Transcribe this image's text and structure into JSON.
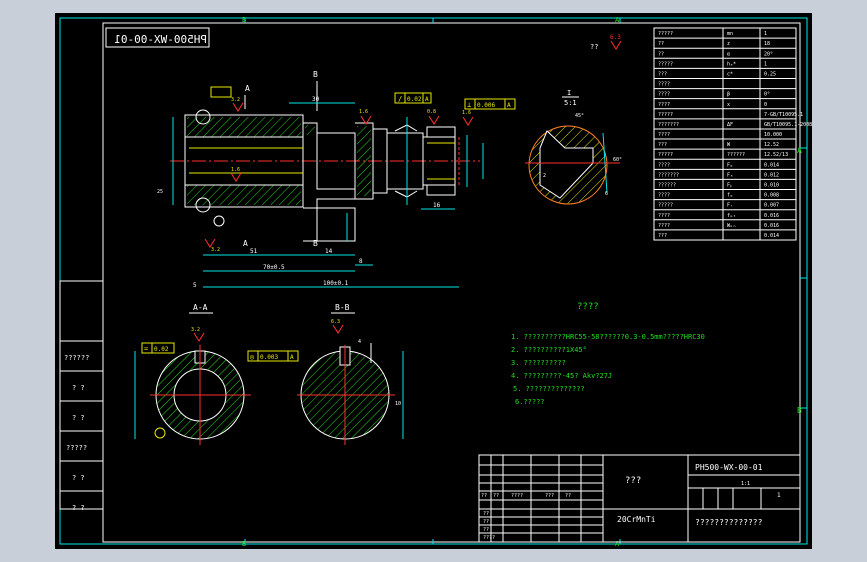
{
  "drawing": {
    "mirror_code": "PH500-WX-00-01",
    "zone_letters": [
      "A",
      "B",
      "B",
      "A"
    ],
    "top_mark": "??",
    "finish_value": "6.3"
  },
  "views": {
    "main_section_labels": [
      "B",
      "A",
      "B",
      "A"
    ],
    "aa_title": "A-A",
    "bb_title": "B-B",
    "key_view_title": "I",
    "key_view_scale": "5:1",
    "dims": {
      "d70": "70±0.5",
      "d100": "100±0.1",
      "d14": "14",
      "d51": "51",
      "d5": "5",
      "d30": "30",
      "d16": "16",
      "d8": "8",
      "d10": "10",
      "d25": "25",
      "d45": "45°",
      "d60": "60°",
      "d6": "6",
      "d2": "2",
      "d4": "4",
      "d1": "1"
    },
    "roughness": [
      "3.2",
      "1.6",
      "3.2",
      "1.6",
      "0.8",
      "1.6",
      "3.2",
      "6.3",
      "3.2"
    ],
    "tol_frames": [
      {
        "sym": "/",
        "value": "0.02",
        "datum": "A"
      },
      {
        "sym": "⊥",
        "value": "0.006",
        "datum": "A"
      },
      {
        "sym": "=",
        "value": "0.02",
        "datum": ""
      },
      {
        "sym": "◎",
        "value": "0.003",
        "datum": "A"
      }
    ]
  },
  "notes": {
    "title": "????",
    "items": [
      "1. ??????????HRC55-58??????0.3-0.5mm?????HRC30",
      "2. ??????????1X45°",
      "3. ??????????",
      "4. ?????????-45? Akv?27J",
      "5. ??????????????",
      "6.?????"
    ]
  },
  "param_table": {
    "rows": [
      [
        "?????",
        "mn",
        "1"
      ],
      [
        "??",
        "z",
        "18"
      ],
      [
        "??",
        "α",
        "20°"
      ],
      [
        "?????",
        "hₐ*",
        "1"
      ],
      [
        "???",
        "c*",
        "0.25"
      ],
      [
        "????",
        "",
        ""
      ],
      [
        "????",
        "β",
        "0°"
      ],
      [
        "????",
        "x",
        "0"
      ],
      [
        "?????",
        "",
        "7-GB/T10095.1"
      ],
      [
        "???????",
        "ΔF",
        "GB/T10095.1-2008"
      ],
      [
        "????",
        "",
        "10.000"
      ],
      [
        "???",
        "W",
        "12.52"
      ],
      [
        "?????",
        "??????",
        "12.52/13"
      ],
      [
        "????",
        "Fₚ",
        "0.014"
      ],
      [
        "???????",
        "Fₐ",
        "0.012"
      ],
      [
        "??????",
        "Fᵦ",
        "0.010"
      ],
      [
        "????",
        "fₚ",
        "0.008"
      ],
      [
        "?????",
        "Fᵣ",
        "0.007"
      ],
      [
        "????",
        "fₚₜ",
        "0.016"
      ],
      [
        "????",
        "Wₖₙ",
        "0.016"
      ],
      [
        "???",
        "",
        "0.014"
      ]
    ]
  },
  "left_strip": {
    "labels": [
      "??????",
      "?  ?",
      "?  ?",
      "?????",
      "?  ?",
      "?  ?"
    ]
  },
  "title_block": {
    "part_name": "???",
    "drawing_no": "PH500-WX-00-01",
    "material": "20CrMnTi",
    "company": "??????????????",
    "scale": "1:1",
    "sheet": "1",
    "small_cells": [
      "??",
      "??",
      "????",
      "???",
      "??",
      "?",
      "?",
      "?",
      "?",
      "?",
      "??",
      "??",
      "1:1"
    ],
    "row_labels": [
      "??",
      "??",
      "??",
      "????"
    ]
  },
  "colors": {
    "frame": "#00e6e6",
    "outline": "#ffffff",
    "hatch": "#22dd22",
    "centerline": "#ff3030",
    "dimension": "#00e6e6",
    "annotation": "#e8e800"
  }
}
